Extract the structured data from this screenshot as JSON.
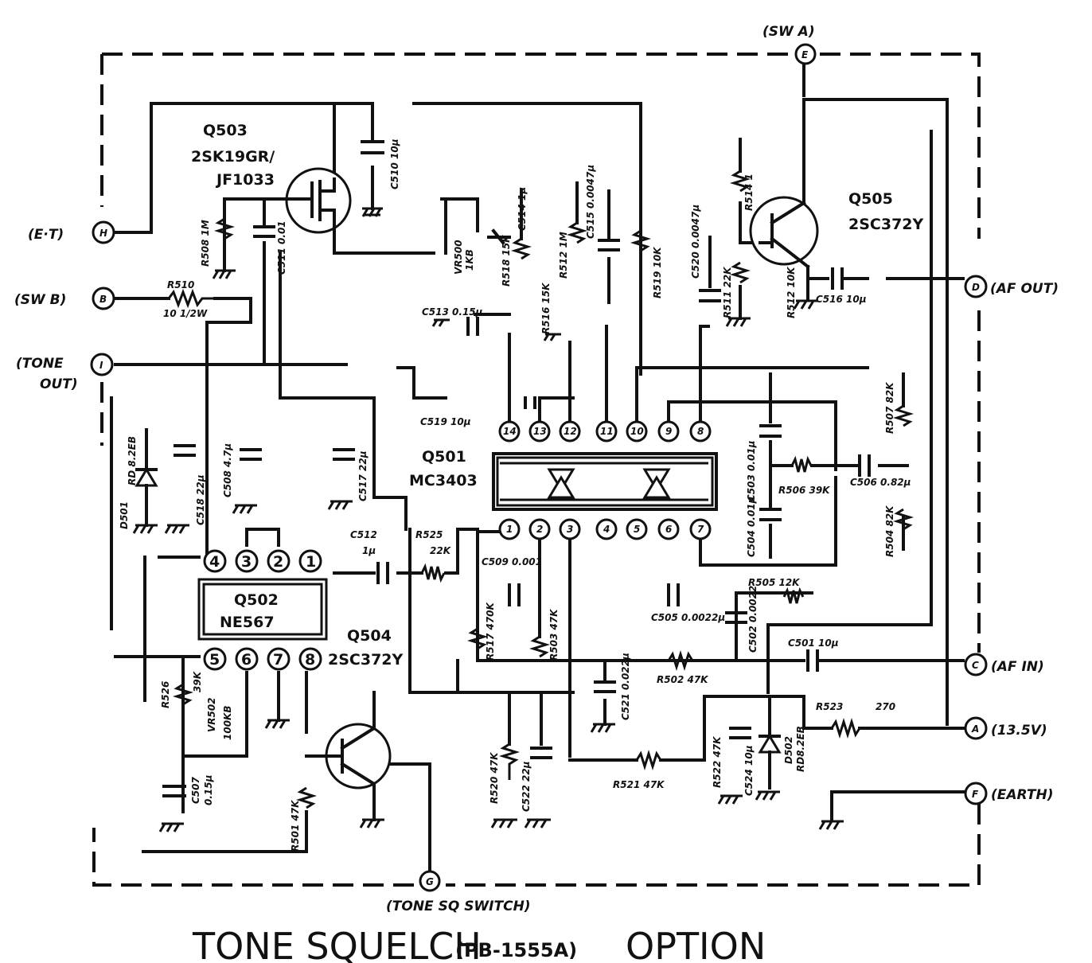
{
  "title": {
    "main_left": "TONE SQUELCH",
    "model": "(PB-1555A)",
    "main_right": "OPTION"
  },
  "terminals": {
    "sw_a": "(SW A)",
    "et": "(E·T)",
    "sw_b": "(SW B)",
    "tone_out_1": "(TONE",
    "tone_out_2": "OUT)",
    "af_out": "(AF OUT)",
    "af_in": "(AF IN)",
    "v135": "(13.5V)",
    "earth": "(EARTH)",
    "tone_sq_switch": "(TONE SQ SWITCH)"
  },
  "terminal_letters": {
    "e": "E",
    "h": "H",
    "b": "B",
    "i": "I",
    "d": "D",
    "c": "C",
    "a": "A",
    "f": "F",
    "g": "G"
  },
  "transistors": {
    "q503_id": "Q503",
    "q503_type": "2SK19GR/",
    "q503_alt": "JF1033",
    "q505_id": "Q505",
    "q505_type": "2SC372Y",
    "q504_id": "Q504",
    "q504_type": "2SC372Y"
  },
  "ics": {
    "q502_id": "Q502",
    "q502_type": "NE567",
    "q501_id": "Q501",
    "q501_type": "MC3403",
    "q502_top_pins": [
      "4",
      "3",
      "2",
      "1"
    ],
    "q502_bottom_pins": [
      "5",
      "6",
      "7",
      "8"
    ],
    "q501_top_pins": [
      "14",
      "13",
      "12",
      "11",
      "10",
      "9",
      "8"
    ],
    "q501_bottom_pins": [
      "1",
      "2",
      "3",
      "4",
      "5",
      "6",
      "7"
    ]
  },
  "components": {
    "c510": "C510 10μ",
    "r508": "R508 1M",
    "c511": "C511 0.01",
    "r510": "R510",
    "r510_val": "10 1/2W",
    "c512": "C512",
    "c512_val": "1μ",
    "r525": "R525",
    "r525_val": "22K",
    "d501": "D501",
    "d501_val": "RD 8.2EB",
    "c518": "C518 22μ",
    "c508": "C508 4.7μ",
    "c517": "C517 22μ",
    "vr500": "VR500",
    "vr500_val": "1KB",
    "c513": "C513 0.15μ",
    "c514": "C514 1μ",
    "r518": "R518 15K",
    "r516": "R516 15K",
    "c519": "C519 10μ",
    "r512": "R512 1M",
    "c515": "C515 0.0047μ",
    "r519": "R519 10K",
    "c520": "C520 0.0047μ",
    "r511": "R511 22K",
    "r514": "R514 1",
    "r512b": "R512 10K",
    "c516": "C516 10μ",
    "r507": "R507 82K",
    "c506": "C506 0.82μ",
    "r506": "R506 39K",
    "c503": "C503 0.01μ",
    "c504": "C504 0.01μ",
    "r504": "R504 82K",
    "r505": "R505 12K",
    "c505": "C505 0.0022μ",
    "r502": "R502 47K",
    "c501": "C501 10μ",
    "c502": "C502 0.0022",
    "r521": "R521 47K",
    "c509": "C509 0.001",
    "r517": "R517 470K",
    "r503": "R503 47K",
    "r526": "R526",
    "r526_val": "39K",
    "vr502": "VR502",
    "vr502_val": "100KB",
    "c507": "C507",
    "c507_val": "0.15μ",
    "r501": "R501 47K",
    "c521": "C521 0.022μ",
    "r520": "R520 47K",
    "c522": "C522 22μ",
    "r522": "R522 47K",
    "c524": "C524 10μ",
    "d502": "D502",
    "d502_val": "RD8.2EB",
    "r523": "R523",
    "r523_val": "270"
  }
}
